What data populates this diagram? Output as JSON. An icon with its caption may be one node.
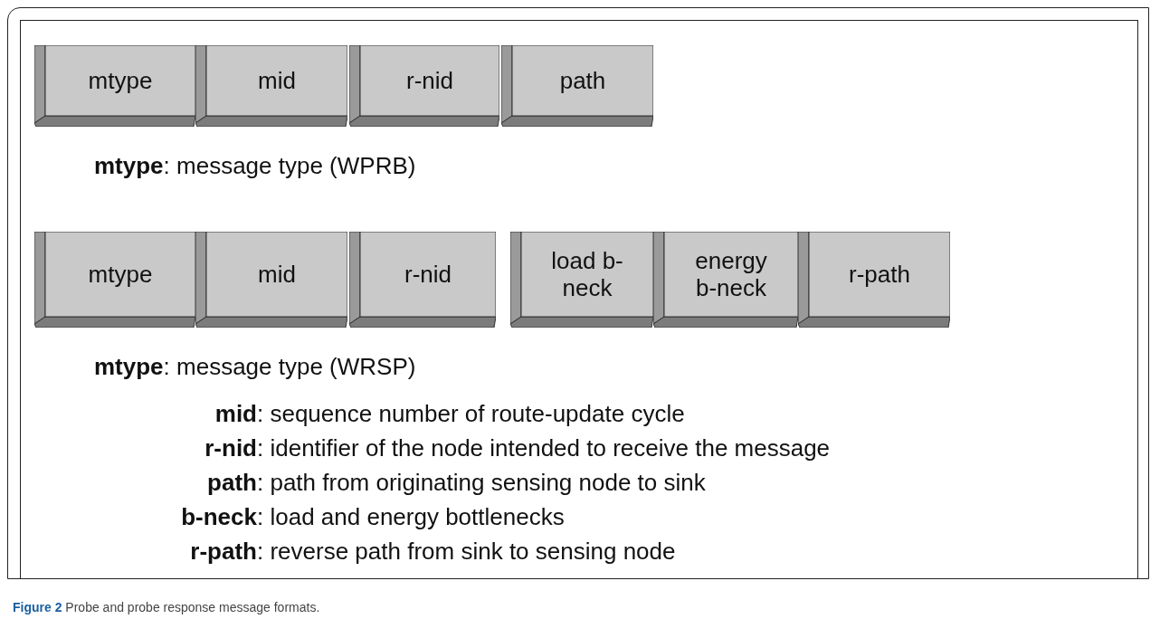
{
  "diagram": {
    "caption": "**Figure 2** Probe and probe response message formats.",
    "nodes": [
      {
        "text": [
          "mtype"
        ]
      },
      {
        "text": [
          "mid"
        ]
      },
      {
        "text": [
          "r-nid"
        ]
      },
      {
        "text": [
          "path"
        ]
      },
      {
        "text": [
          "mtype"
        ]
      },
      {
        "text": [
          "mid"
        ]
      },
      {
        "text": [
          "r-nid"
        ]
      },
      {
        "text": [
          "load b-neck"
        ]
      },
      {
        "text": [
          "energy b-neck"
        ]
      },
      {
        "text": [
          "r-path"
        ]
      }
    ],
    "edges": [],
    "labels": [
      "**mtype**: message type (WPRB)",
      "**mtype**: message type (WRSP)",
      "**mid**: sequence number of route-update cycle",
      "**r-nid**: identifier of the node intended to receive the message",
      "**path**: path from originating sensing node to sink",
      "**b-neck**: load and energy bottlenecks",
      "**r-path**: reverse path from sink to sensing node"
    ]
  }
}
